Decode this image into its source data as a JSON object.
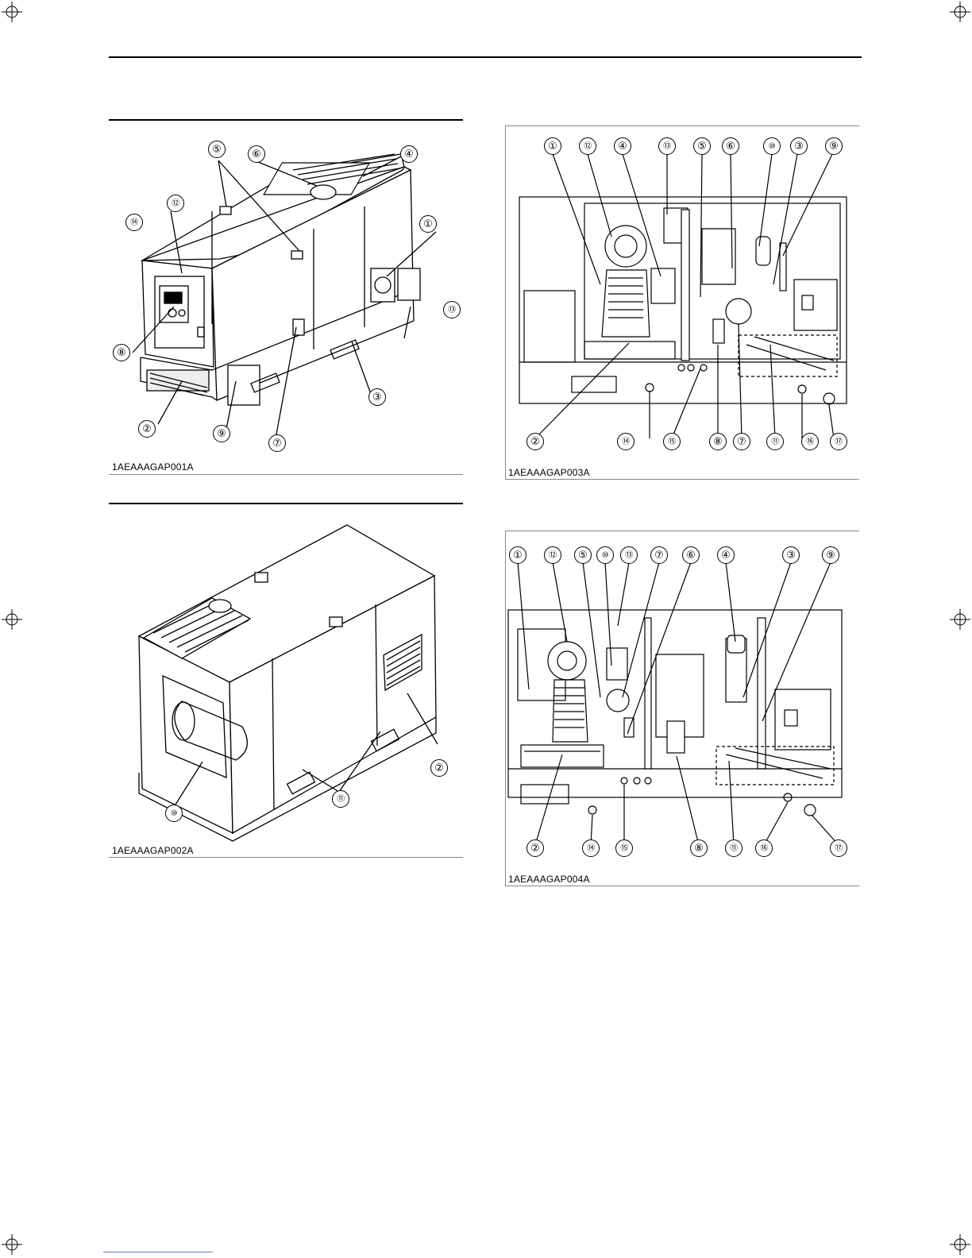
{
  "figures": [
    {
      "caption": "1AEAAAGAP001A",
      "callouts": [
        "⑤",
        "⑥",
        "④",
        "⑫",
        "⑭",
        "①",
        "⑬",
        "⑧",
        "③",
        "②",
        "⑨",
        "⑦"
      ]
    },
    {
      "caption": "1AEAAAGAP002A",
      "callouts": [
        "②",
        "⑪",
        "⑩"
      ]
    },
    {
      "caption": "1AEAAAGAP003A",
      "callouts": [
        "①",
        "⑫",
        "④",
        "⑬",
        "⑤",
        "⑥",
        "⑩",
        "③",
        "⑨",
        "②",
        "⑭",
        "⑮",
        "⑧",
        "⑦",
        "⑪",
        "⑯",
        "⑰"
      ]
    },
    {
      "caption": "1AEAAAGAP004A",
      "callouts": [
        "①",
        "⑫",
        "⑤",
        "⑩",
        "⑬",
        "⑦",
        "⑥",
        "④",
        "③",
        "⑨",
        "②",
        "⑭",
        "⑮",
        "⑧",
        "⑪",
        "⑯",
        "⑰"
      ]
    }
  ]
}
